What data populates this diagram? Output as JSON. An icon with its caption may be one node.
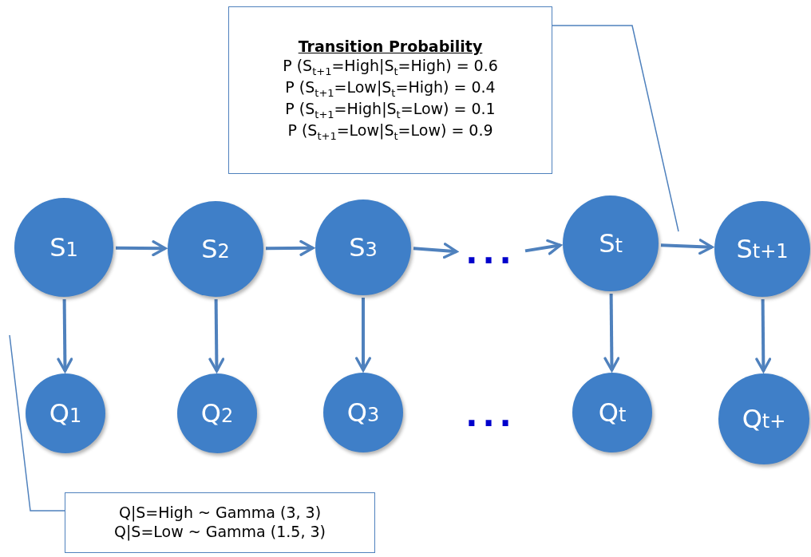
{
  "diagram": {
    "nodes": [
      {
        "text": [
          "Transition Probability",
          "P (S$_{t+1}$=High|S$_{t}$=High) = 0.6",
          "P (S$_{t+1}$=Low|S$_{t}$=High) = 0.4",
          "P (S$_{t+1}$=High|S$_{t}$=Low) = 0.1",
          "P (S$_{t+1}$=Low|S$_{t}$=Low) = 0.9"
        ]
      },
      {
        "text": [
          "S$_{1}$"
        ]
      },
      {
        "text": [
          "S$_{2}$"
        ]
      },
      {
        "text": [
          "S$_{3}$"
        ]
      },
      {
        "text": [
          "..."
        ]
      },
      {
        "text": [
          "S$_{t}$"
        ]
      },
      {
        "text": [
          "S$_{t+1}$"
        ]
      },
      {
        "text": [
          "Q$_{1}$"
        ]
      },
      {
        "text": [
          "Q$_{2}$"
        ]
      },
      {
        "text": [
          "Q$_{3}$"
        ]
      },
      {
        "text": [
          "Q$_{t}$"
        ]
      },
      {
        "text": [
          "Q$_{t+}$"
        ]
      },
      {
        "text": [
          "Q|S=High ~ Gamma (3, 3)",
          "Q|S=Low ~ Gamma (1.5, 3)"
        ]
      }
    ],
    "edges": [
      {
        "from": 1,
        "to": 2,
        "arrow": "to"
      },
      {
        "from": 2,
        "to": 3,
        "arrow": "to"
      },
      {
        "from": 3,
        "to": 4,
        "arrow": "to"
      },
      {
        "from": 4,
        "to": 5,
        "arrow": "to"
      },
      {
        "from": 5,
        "to": 6,
        "arrow": "to"
      },
      {
        "from": 1,
        "to": 7,
        "arrow": "to"
      },
      {
        "from": 2,
        "to": 8,
        "arrow": "to"
      },
      {
        "from": 3,
        "to": 9,
        "arrow": "to"
      },
      {
        "from": 5,
        "to": 10,
        "arrow": "to"
      },
      {
        "from": 6,
        "to": 11,
        "arrow": "to"
      },
      {
        "from": 0,
        "to": null,
        "arrow": "none"
      },
      {
        "from": 12,
        "to": null,
        "arrow": "none"
      }
    ],
    "labels": [
      "..."
    ]
  }
}
